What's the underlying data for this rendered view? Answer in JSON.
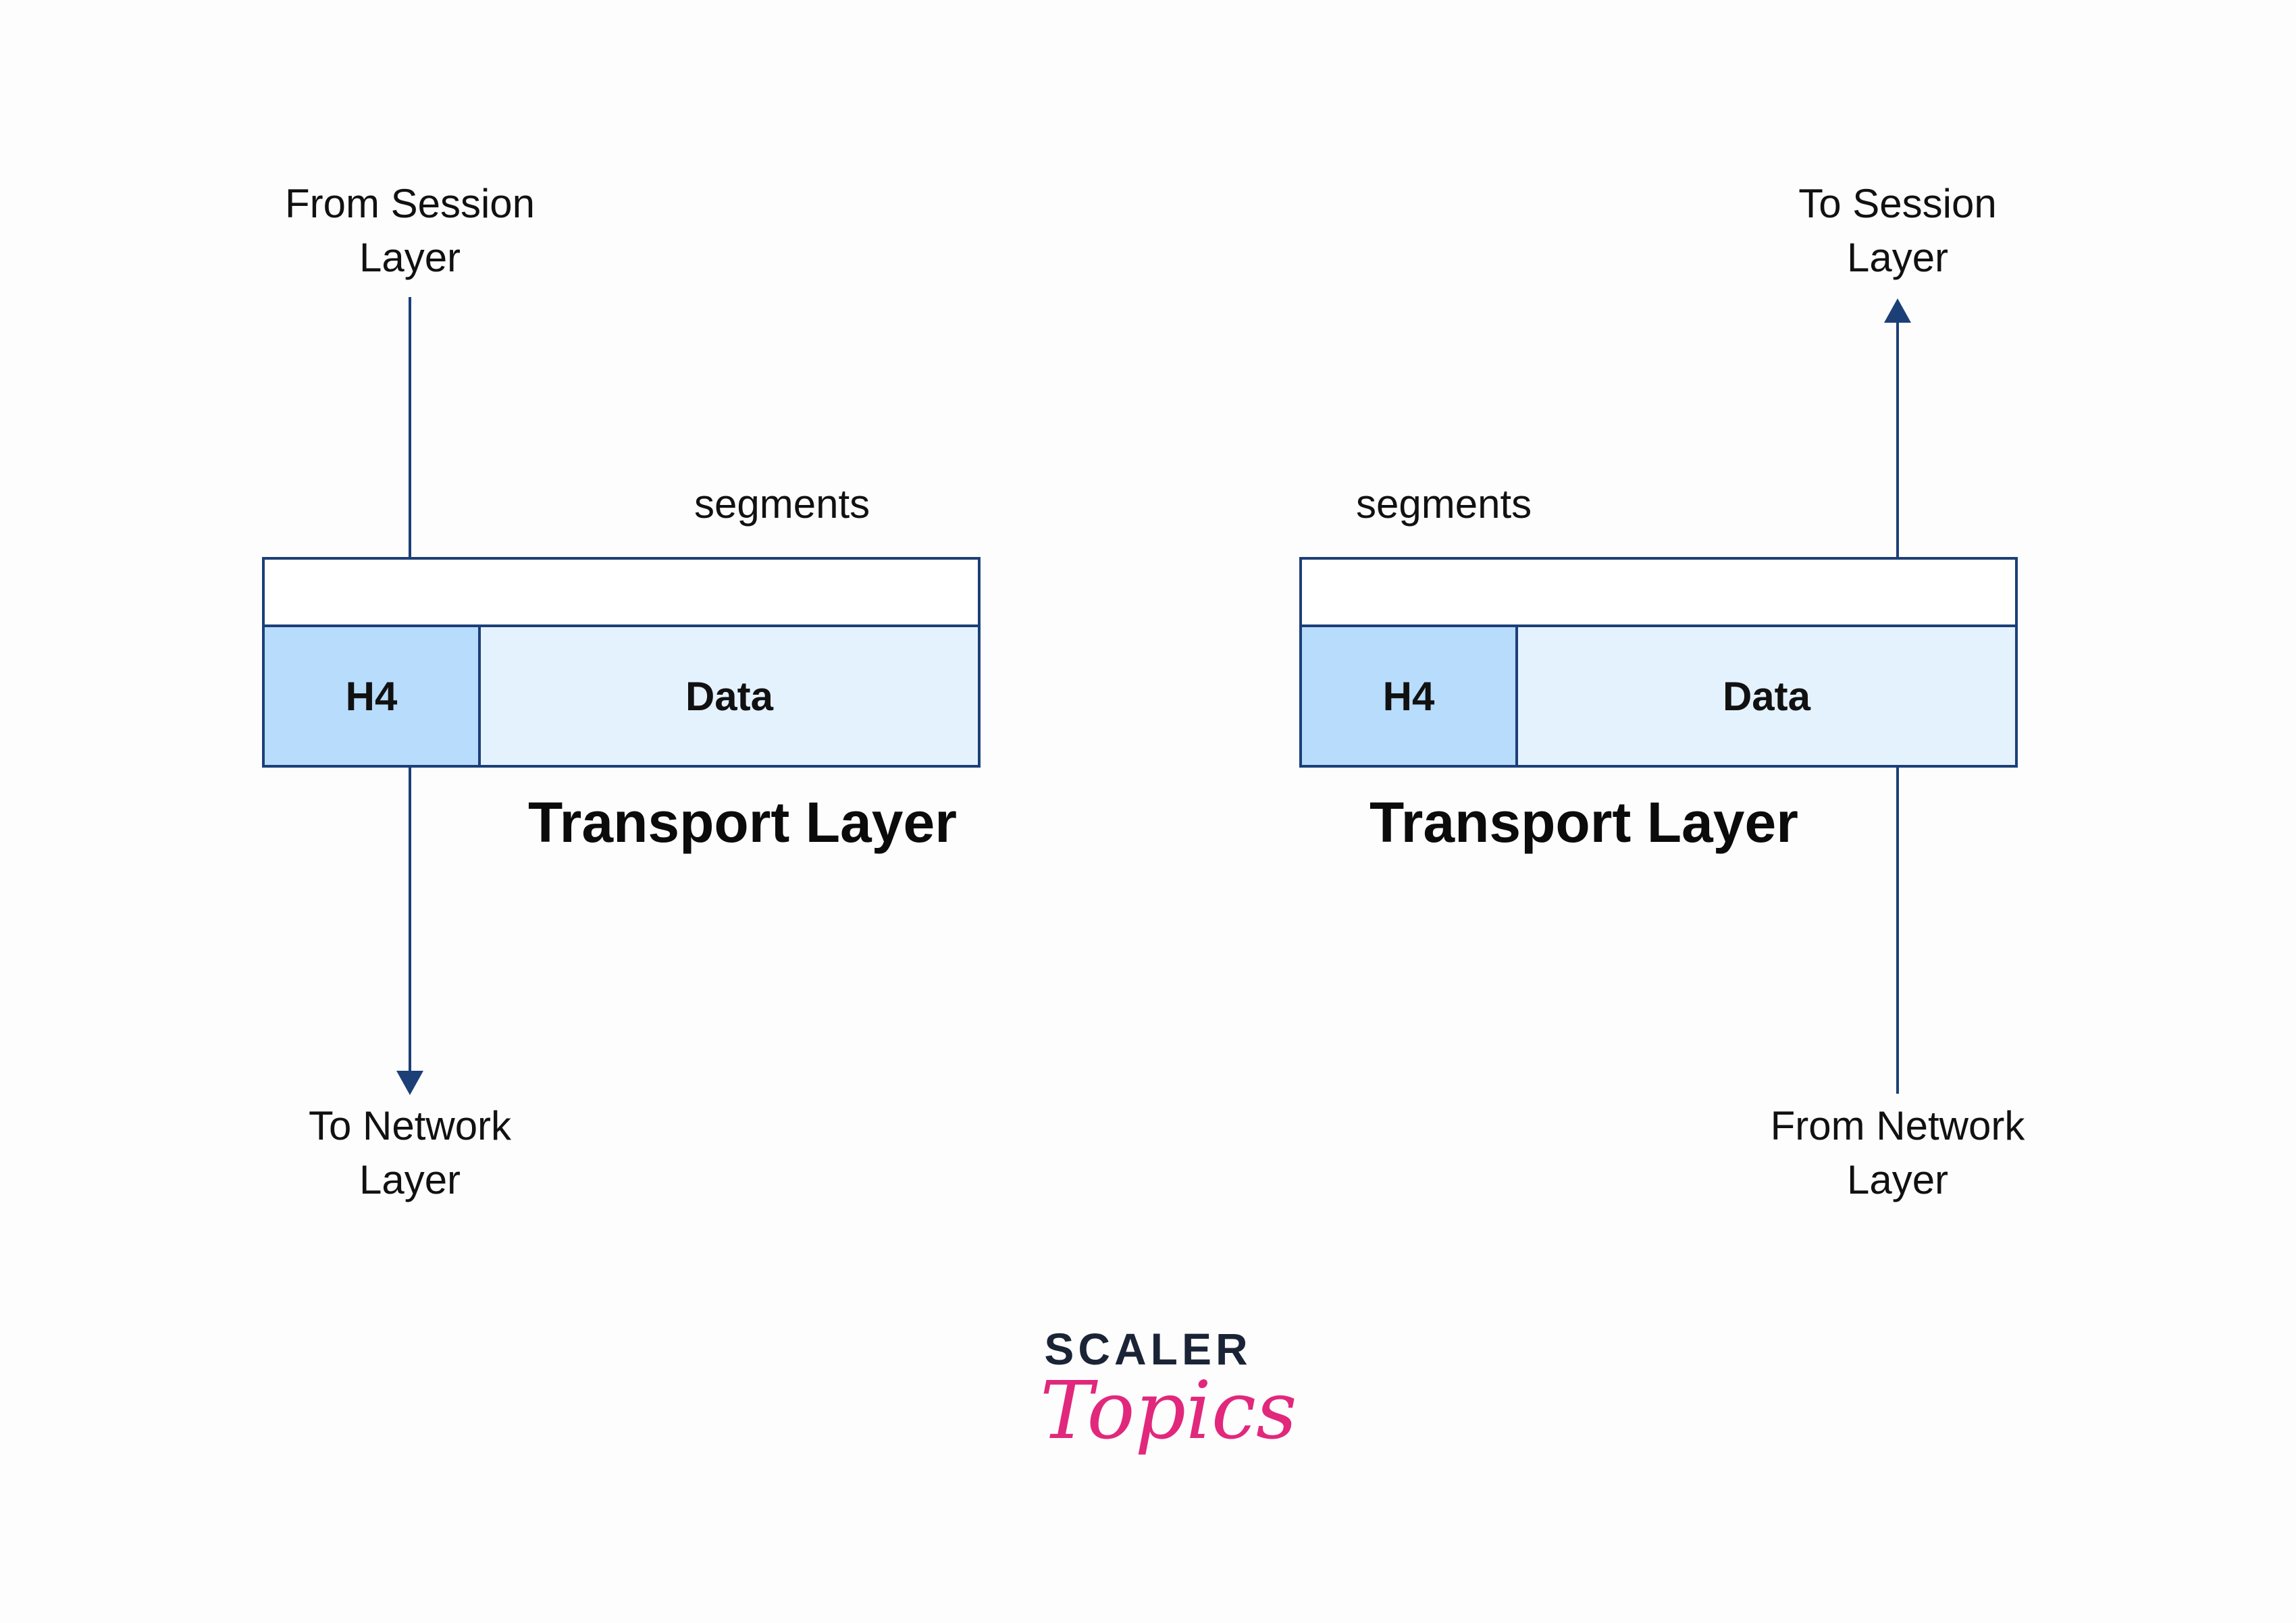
{
  "left": {
    "top_label": "From Session\nLayer",
    "bottom_label": "To Network\nLayer",
    "segments_label": "segments",
    "header": "H4",
    "data": "Data",
    "title": "Transport Layer"
  },
  "right": {
    "top_label": "To Session\nLayer",
    "bottom_label": "From Network\nLayer",
    "segments_label": "segments",
    "header": "H4",
    "data": "Data",
    "title": "Transport Layer"
  },
  "logo": {
    "top": "SCALER",
    "bottom": "Topics"
  },
  "colors": {
    "stroke": "#1c3f78",
    "header_fill": "#b8dcfb",
    "data_fill": "#e4f2fd",
    "logo_dark": "#1b2436",
    "logo_accent": "#e1287c"
  }
}
